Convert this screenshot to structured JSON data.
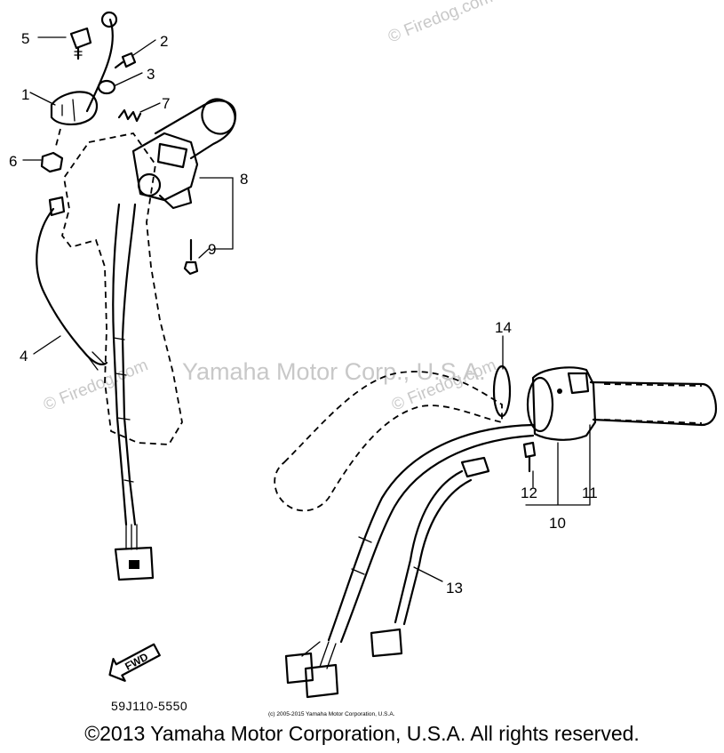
{
  "watermarks": {
    "firedog_top": "© Firedog.com",
    "firedog_left": "© Firedog.com",
    "firedog_mid": "© Firedog.com",
    "center": "Yamaha Motor Corp., U.S.A."
  },
  "callouts": [
    "1",
    "2",
    "3",
    "4",
    "5",
    "6",
    "7",
    "8",
    "9",
    "10",
    "11",
    "12",
    "13",
    "14"
  ],
  "part_code": "59J110-5550",
  "fwd_label": "FWD",
  "small_copyright": "(c) 2005-2015 Yamaha Motor Corporation, U.S.A.",
  "copyright": "©2013 Yamaha Motor Corporation, U.S.A. All rights reserved."
}
